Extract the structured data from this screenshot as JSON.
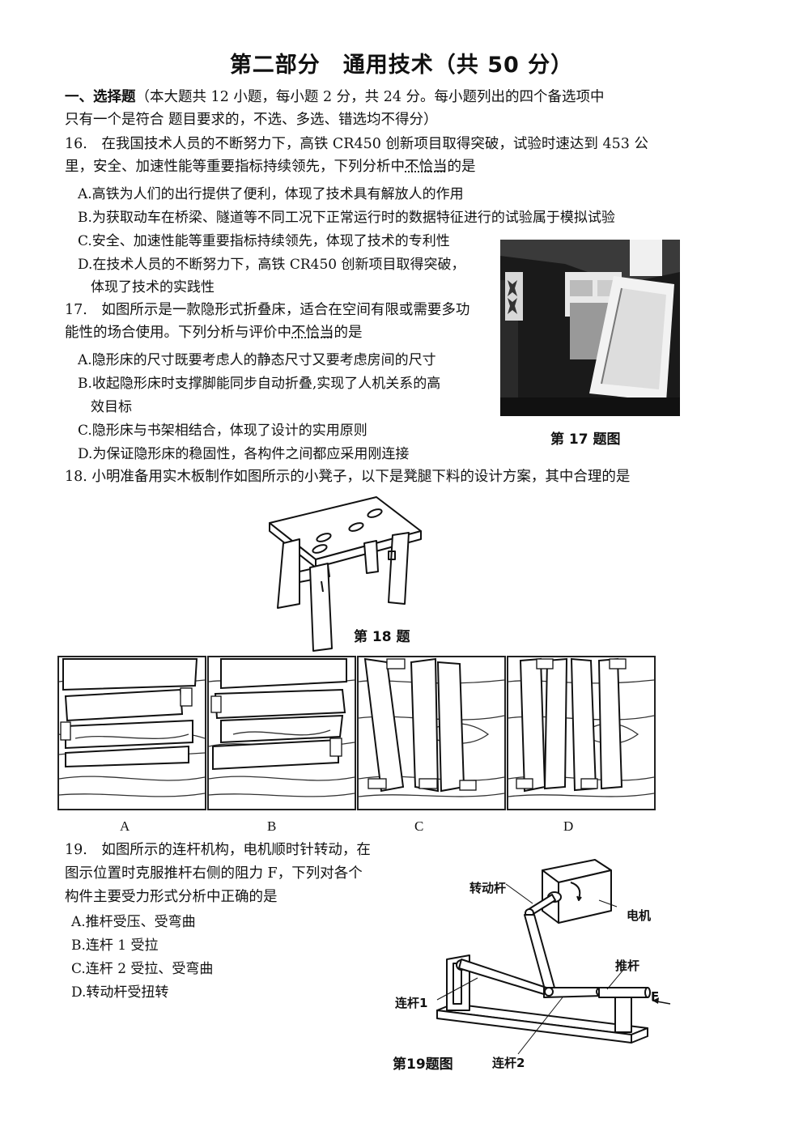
{
  "title": "第二部分　通用技术（共 50 分）",
  "section": {
    "heading": "一、选择题",
    "instr1": "（本大题共 12 小题，每小题 2 分，共 24 分。每小题列出的四个备选项中",
    "instr2": "只有一个是符合  题目要求的，不选、多选、错选均不得分）"
  },
  "q16": {
    "stem1": "16.　在我国技术人员的不断努力下，高铁 CR450 创新项目取得突破，试验时速达到 453 公",
    "stem2a": "里，安全、加速性能等重要指标持续领先，下列分析中",
    "stem2b": "不恰当",
    "stem2c": "的是",
    "A": "A.高铁为人们的出行提供了便利，体现了技术具有解放人的作用",
    "B": "B.为获取动车在桥梁、隧道等不同工况下正常运行时的数据特征进行的试验属于模拟试验",
    "C": "C.安全、加速性能等重要指标持续领先，体现了技术的专利性",
    "D1": "D.在技术人员的不断努力下，高铁 CR450 创新项目取得突破，",
    "D2": "体现了技术的实践性"
  },
  "q17": {
    "stem1": "17.　如图所示是一款隐形式折叠床，适合在空间有限或需要多功",
    "stem2a": "能性的场合使用。下列分析与评价中",
    "stem2b": "不恰当",
    "stem2c": "的是",
    "A": "A.隐形床的尺寸既要考虑人的静态尺寸又要考虑房间的尺寸",
    "B1": "B.收起隐形床时支撑脚能同步自动折叠,实现了人机关系的高",
    "B2": "效目标",
    "C": "C.隐形床与书架相结合，体现了设计的实用原则",
    "D": "D.为保证隐形床的稳固性，各构件之间都应采用刚连接",
    "caption": "第 17 题图"
  },
  "q18": {
    "stem": "18. 小明准备用实木板制作如图所示的小凳子，以下是凳腿下料的设计方案，其中合理的是",
    "caption": "第 18 题",
    "options": [
      "A",
      "B",
      "C",
      "D"
    ]
  },
  "q19": {
    "stem1": "19.　如图所示的连杆机构，电机顺时针转动，在",
    "stem2": "图示位置时克服推杆右侧的阻力 F，下列对各个",
    "stem3": "构件主要受力形式分析中正确的是",
    "A": "A.推杆受压、受弯曲",
    "B": "B.连杆 1 受拉",
    "C": "C.连杆 2 受拉、受弯曲",
    "D": "D.转动杆受扭转",
    "labels": {
      "rotor": "转动杆",
      "motor": "电机",
      "push": "推杆",
      "link1": "连杆1",
      "link2": "连杆2",
      "force": "F"
    },
    "caption": "第19题图"
  }
}
